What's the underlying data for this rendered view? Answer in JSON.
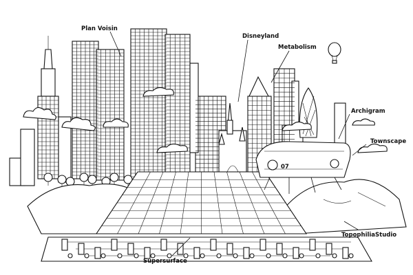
{
  "labels": {
    "plan_voisin": "Plan Voisin",
    "disneyland": "Disneyland",
    "metabolism": "Metabolism",
    "archigram": "Archigram",
    "townscape": "Townscape",
    "topophilia": "TopophiliaStudio",
    "supersurface": "Supersurface"
  },
  "vehicle_number": "07",
  "colors": {
    "ink": "#111111",
    "paper": "#ffffff"
  }
}
